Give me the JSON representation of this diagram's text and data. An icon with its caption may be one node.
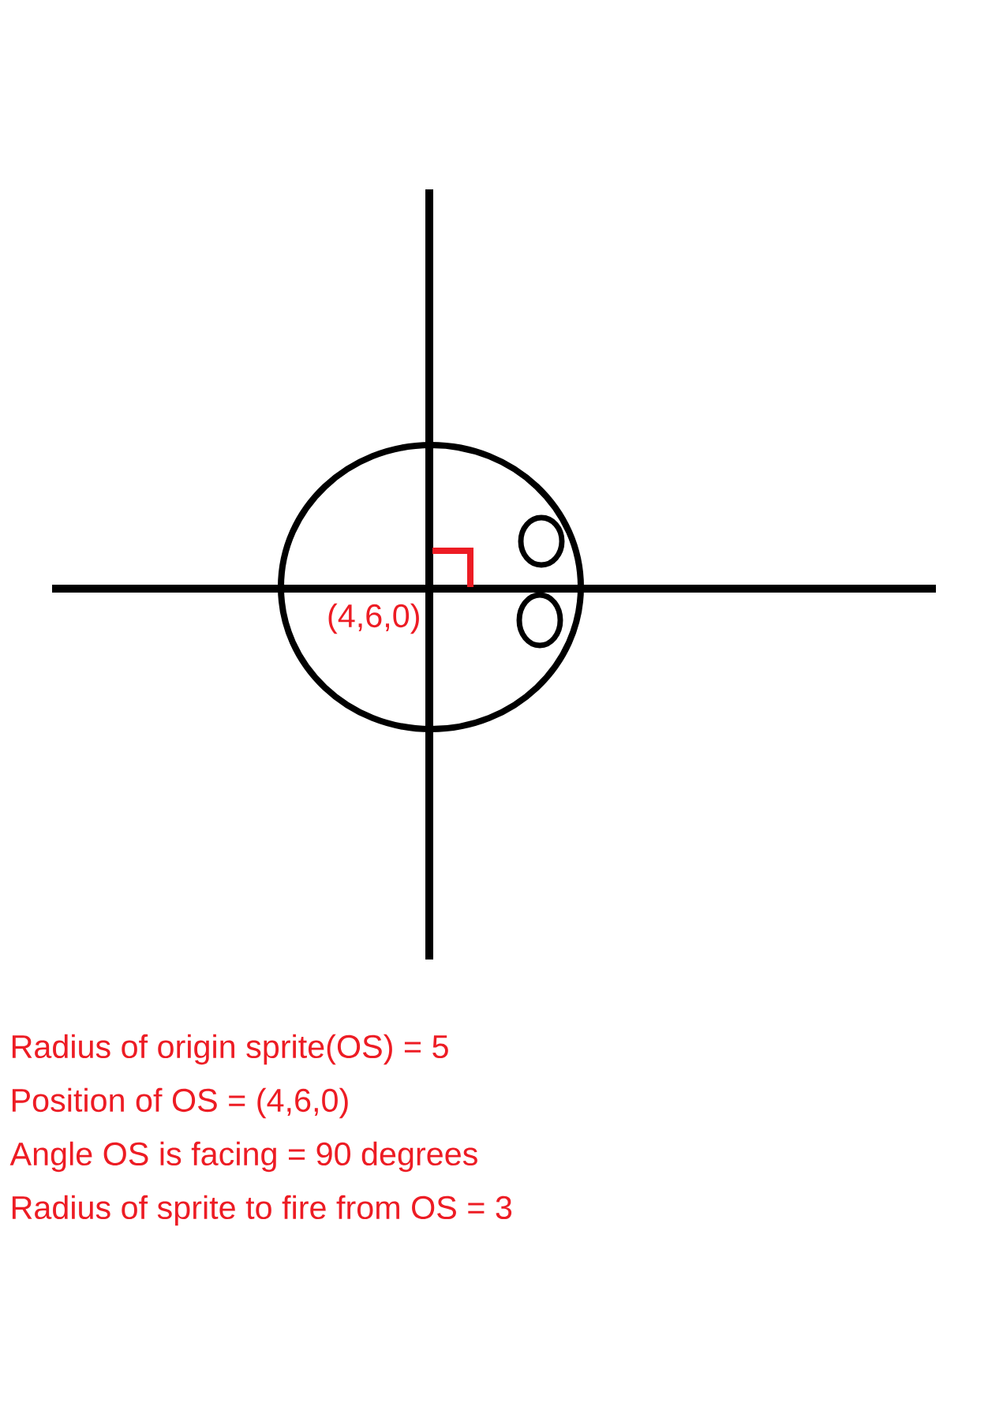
{
  "diagram": {
    "labels": [
      "(4,6,0)",
      "Radius of origin sprite(OS) = 5",
      "Position of OS = (4,6,0)",
      "Angle OS is facing = 90 degrees",
      "Radius of sprite to fire from OS = 3"
    ]
  }
}
